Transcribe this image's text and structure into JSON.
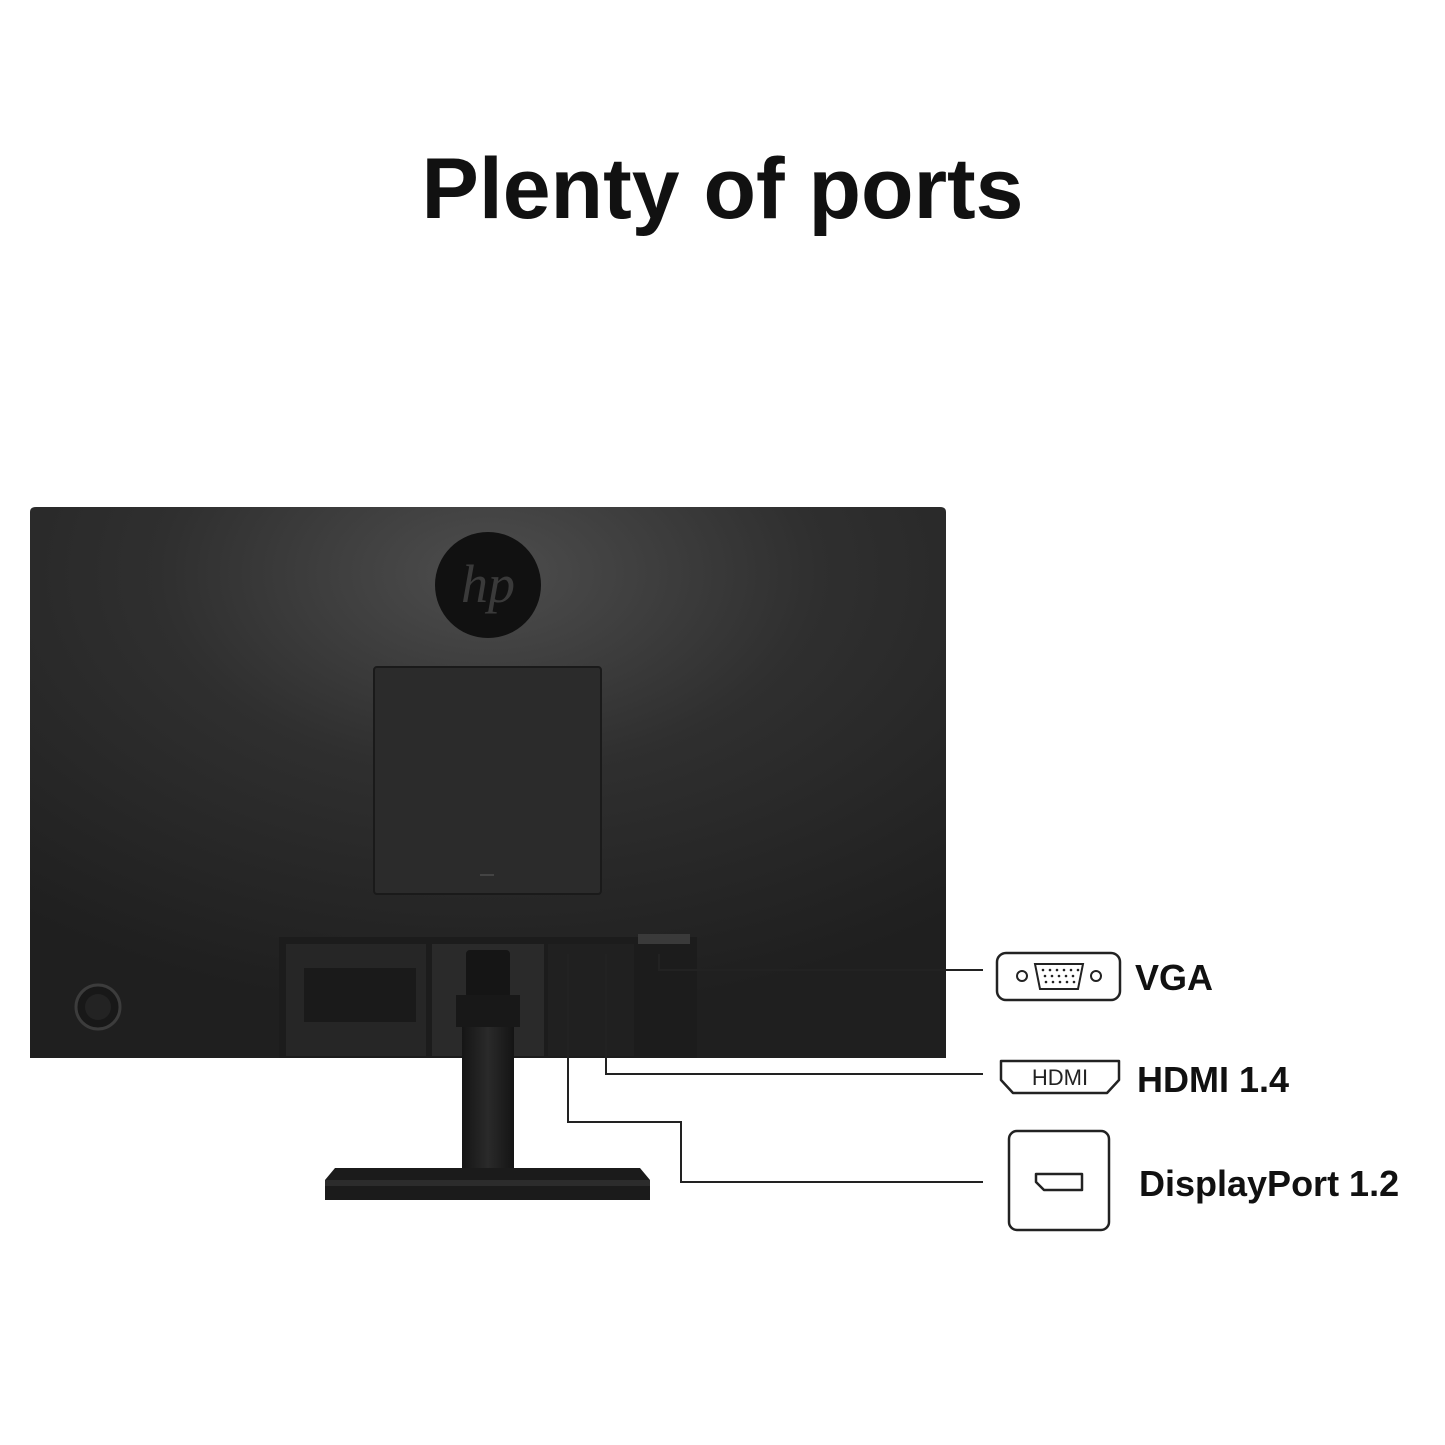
{
  "headline": "Plenty of ports",
  "brand": {
    "logo_text": "hp"
  },
  "ports": [
    {
      "label": "VGA",
      "icon": "vga-port-icon"
    },
    {
      "label": "HDMI 1.4",
      "icon": "hdmi-port-icon",
      "icon_text": "HDMI"
    },
    {
      "label": "DisplayPort 1.2",
      "icon": "displayport-icon"
    }
  ],
  "colors": {
    "monitor_body": "#2b2b2b",
    "monitor_highlight": "#4a4a4a",
    "leader_lines": "#222222",
    "background": "#ffffff"
  }
}
